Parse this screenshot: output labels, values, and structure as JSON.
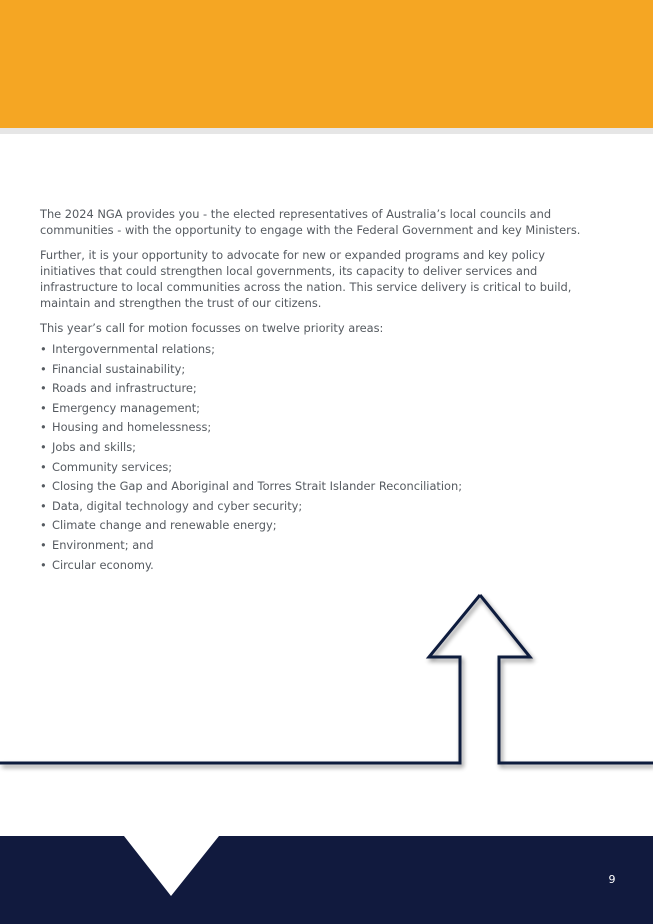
{
  "body": {
    "paragraphs": [
      "The 2024 NGA provides you - the elected representatives of Australia’s local councils and communities - with the opportunity to engage with the Federal Government and key Ministers.",
      "Further, it is your opportunity to advocate for new or expanded programs and key policy initiatives that could strengthen local governments, its capacity to deliver services and infrastructure to local communities across the nation. This service delivery is critical to build, maintain and strengthen the trust of our citizens."
    ],
    "list_intro": "This year’s call for motion focusses on twelve priority areas:",
    "bullet_glyph": "•",
    "priority_areas": [
      "Intergovernmental relations;",
      "Financial sustainability;",
      "Roads and infrastructure;",
      "Emergency management;",
      "Housing and homelessness;",
      "Jobs and skills;",
      "Community services;",
      "Closing the Gap and Aboriginal and Torres Strait Islander Reconciliation;",
      "Data, digital technology and cyber security;",
      "Climate change and renewable energy;",
      "Environment; and",
      "Circular economy."
    ]
  },
  "footer": {
    "page_number": "9"
  },
  "colors": {
    "header_band": "#F5A623",
    "navy": "#111A3E",
    "body_text": "#555a60"
  },
  "icons": {
    "arrow": "up-arrow-outline-icon"
  }
}
